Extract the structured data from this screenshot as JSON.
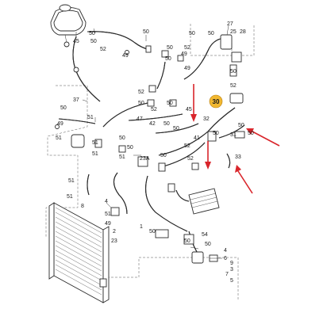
{
  "diagram": {
    "highlight": {
      "label": "30",
      "color": "#f2b830"
    },
    "accent_color": "#d9252b",
    "labels": {
      "l50a": "50",
      "l50b": "50",
      "l50c": "50",
      "l45": "45",
      "l52a": "52",
      "l37": "37",
      "l27": "27",
      "l28": "28",
      "l25": "25",
      "l49a": "49",
      "l50d": "50",
      "l50e": "50",
      "l50f": "50",
      "l50g": "50",
      "l52b": "52",
      "l50h": "50",
      "l49b": "49",
      "l49c": "49",
      "l52c": "52",
      "l50i": "50",
      "l52d": "52",
      "l51": "51",
      "l50j": "50",
      "l52e": "52",
      "l45b": "45",
      "l50k": "50",
      "l47": "47",
      "l42": "42",
      "l50l": "50",
      "l49d": "49",
      "l50m": "50",
      "l51b": "51",
      "l51c": "51",
      "l41": "41",
      "l52f": "52",
      "l32": "32",
      "l50n": "50",
      "l50o": "50",
      "l31": "31",
      "l50p": "50",
      "l50q": "50",
      "l51d": "51",
      "l51e": "51",
      "l23a": "23A",
      "l50r": "50",
      "l52g": "52",
      "l33": "33",
      "l50s": "50",
      "l51f": "51",
      "l51g": "51",
      "l8": "8",
      "l4": "4",
      "l51h": "51",
      "l49e": "49",
      "l2": "2",
      "l23": "23",
      "l54": "54",
      "l50t": "50",
      "l1": "1",
      "l50u": "50",
      "l50v": "50",
      "l4b": "4",
      "l6": "6",
      "l9": "9",
      "l3": "3",
      "l7": "7",
      "l5": "5"
    }
  }
}
